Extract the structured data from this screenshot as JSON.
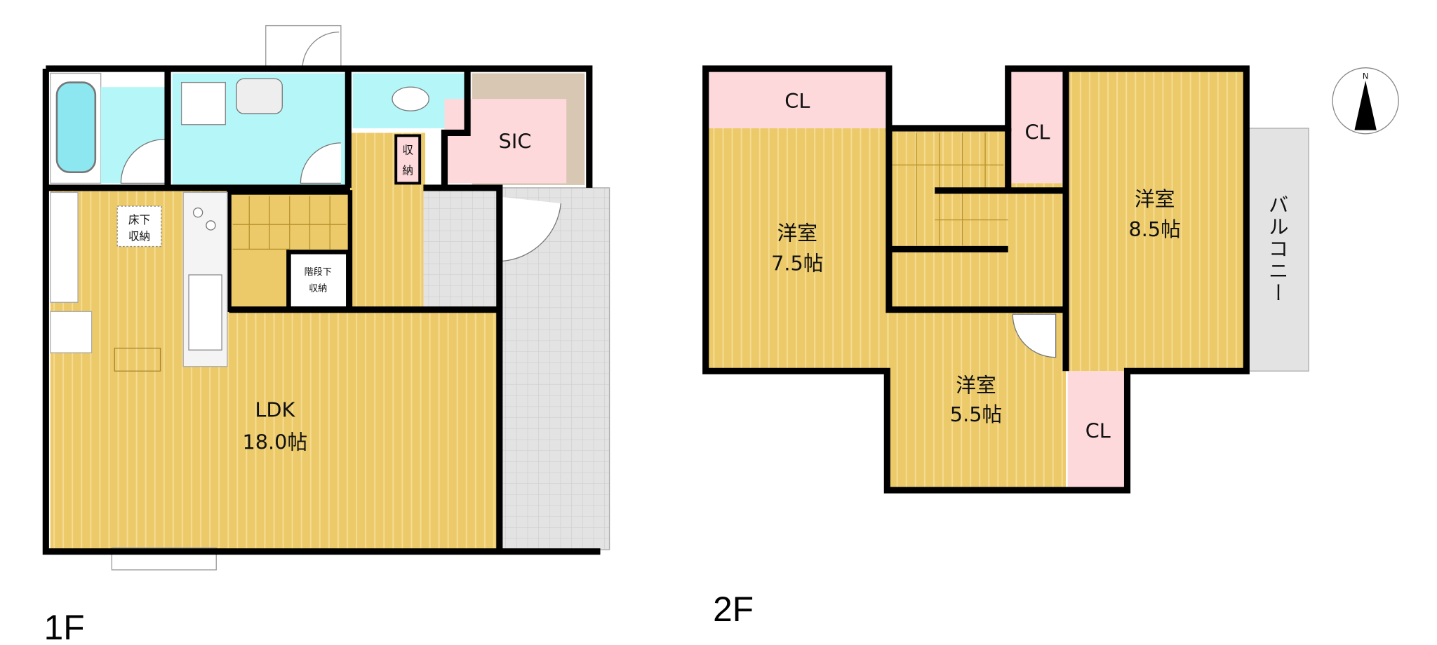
{
  "colors": {
    "wood": "#ecca6a",
    "wet": "#b5f7f9",
    "closet": "#fdd9db",
    "tile": "#e3e3e3",
    "sic_shelf": "#d8c8b3",
    "wall": "#000000"
  },
  "floor1": {
    "label": "1F",
    "rooms": {
      "ldk_name": "LDK",
      "ldk_size": "18.0帖",
      "sic": "SIC",
      "storage": [
        "収",
        "納"
      ],
      "underfloor": [
        "床下",
        "収納"
      ],
      "understair": [
        "階段下",
        "収納"
      ]
    }
  },
  "floor2": {
    "label": "2F",
    "rooms": {
      "room_a_name": "洋室",
      "room_a_size": "7.5帖",
      "room_b_name": "洋室",
      "room_b_size": "8.5帖",
      "room_c_name": "洋室",
      "room_c_size": "5.5帖",
      "closet": "CL",
      "balcony": "バルコニー"
    }
  },
  "compass": {
    "north": "N"
  }
}
